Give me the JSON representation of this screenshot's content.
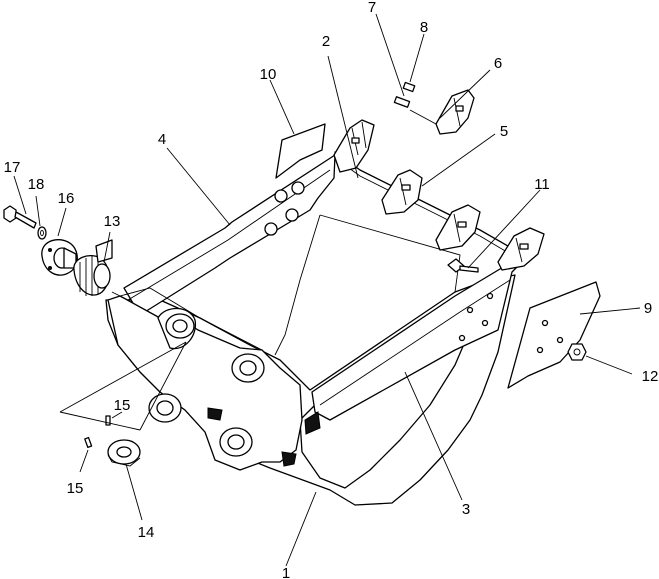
{
  "callouts": [
    {
      "id": "c1",
      "text": "1"
    },
    {
      "id": "c2",
      "text": "2"
    },
    {
      "id": "c3",
      "text": "3"
    },
    {
      "id": "c4",
      "text": "4"
    },
    {
      "id": "c5",
      "text": "5"
    },
    {
      "id": "c6",
      "text": "6"
    },
    {
      "id": "c7",
      "text": "7"
    },
    {
      "id": "c8",
      "text": "8"
    },
    {
      "id": "c9",
      "text": "9"
    },
    {
      "id": "c10",
      "text": "10"
    },
    {
      "id": "c11",
      "text": "11"
    },
    {
      "id": "c12",
      "text": "12"
    },
    {
      "id": "c13",
      "text": "13"
    },
    {
      "id": "c14",
      "text": "14"
    },
    {
      "id": "c15a",
      "text": "15"
    },
    {
      "id": "c15b",
      "text": "15"
    },
    {
      "id": "c16",
      "text": "16"
    },
    {
      "id": "c17",
      "text": "17"
    },
    {
      "id": "c18",
      "text": "18"
    }
  ]
}
